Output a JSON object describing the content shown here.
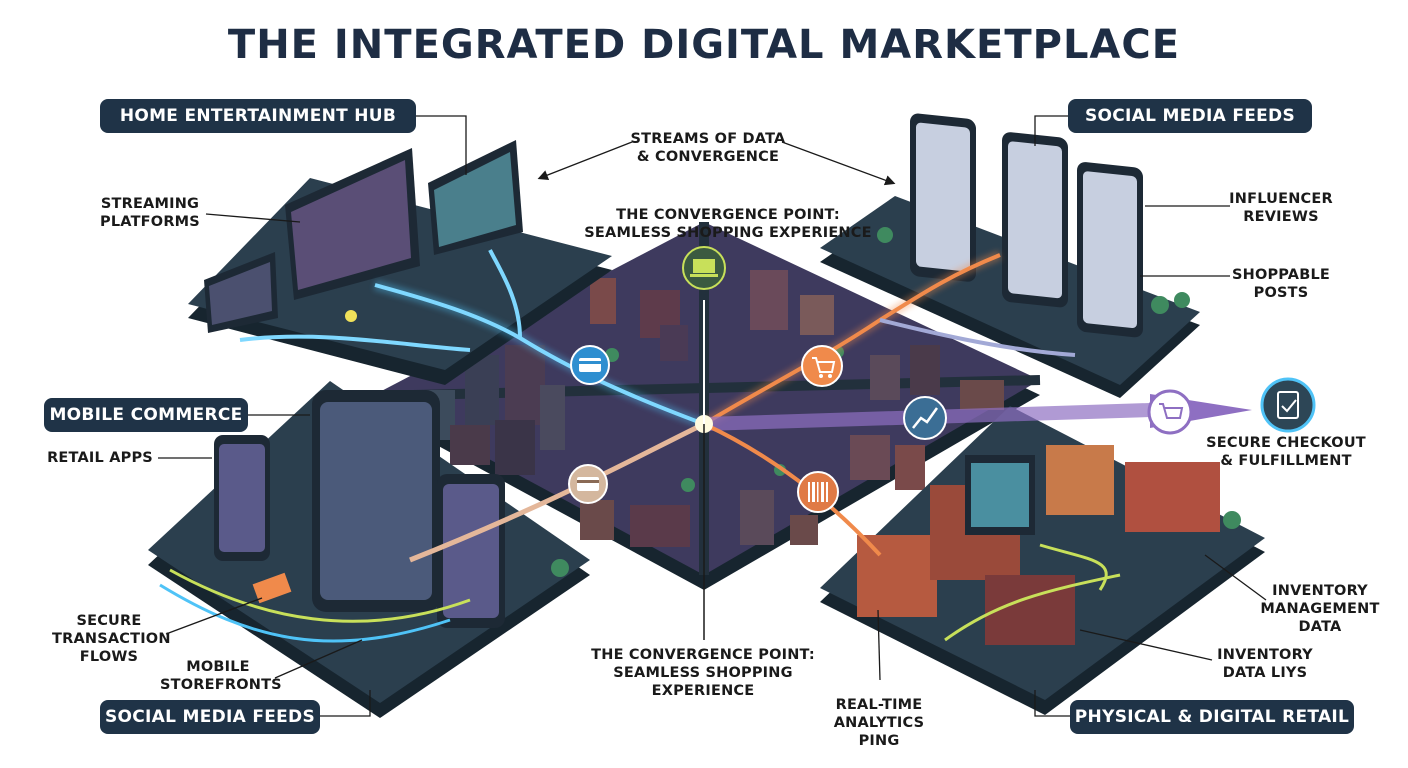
{
  "title": "THE INTEGRATED DIGITAL MARKETPLACE",
  "pills": {
    "home_entertainment": "HOME ENTERTAINMENT HUB",
    "social_media_top": "SOCIAL MEDIA FEEDS",
    "mobile_commerce": "MOBILE COMMERCE",
    "social_media_bottom": "SOCIAL MEDIA FEEDS",
    "physical_digital_retail": "PHYSICAL & DIGITAL RETAIL"
  },
  "labels": {
    "streaming_platforms": "STREAMING\nPLATFORMS",
    "streams_of_data": "STREAMS OF DATA\n& CONVERGENCE",
    "convergence_top": "THE CONVERGENCE POINT:\nSEAMLESS SHOPPING EXPERIENCE",
    "influencer_reviews": "INFLUENCER\nREVIEWS",
    "shoppable_posts": "SHOPPABLE\nPOSTS",
    "retail_apps": "RETAIL APPS",
    "secure_checkout": "SECURE CHECKOUT\n& FULFILLMENT",
    "secure_transaction": "SECURE\nTRANSACTION\nFLOWS",
    "mobile_storefronts": "MOBILE\nSTOREFRONTS",
    "convergence_bottom": "THE CONVERGENCE POINT:\nSEAMLESS SHOPPING\nEXPERIENCE",
    "realtime_analytics": "REAL-TIME\nANALYTICS\nPING",
    "inventory_management": "INVENTORY\nMANAGEMENT\nDATA",
    "inventory_data": "INVENTORY\nDATA LIYS"
  },
  "colors": {
    "navy": "#1f3347",
    "platform": "#2b3f4e",
    "platform_side": "#17252f",
    "center": "#3e3a5e",
    "stream_blue": "#4fc3f7",
    "stream_orange": "#f08a4b",
    "stream_purple": "#8e6fc2",
    "stream_green": "#c8e05a",
    "stream_yellow": "#e8c64a"
  },
  "icons": {
    "card_top": "credit-card-icon",
    "card_bottom": "credit-card-icon",
    "cart": "shopping-cart-icon",
    "growth": "growth-chart-icon",
    "barcode": "barcode-icon",
    "laptop": "laptop-icon",
    "checkout_cart": "shopping-cart-icon",
    "clipboard": "clipboard-check-icon"
  }
}
